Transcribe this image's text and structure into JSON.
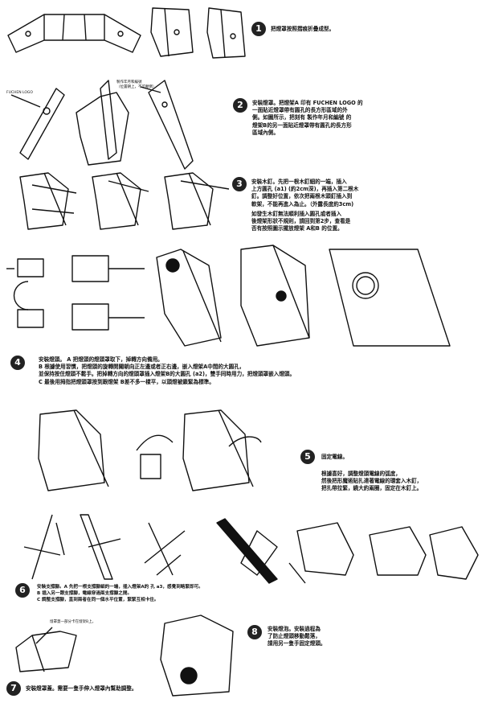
{
  "steps": [
    {
      "number": "1",
      "lines": [
        "把燈罩按照摺痕折疊成型。"
      ]
    },
    {
      "number": "2",
      "lines": [
        "安裝燈罩。把燈架A 印有 FUCHEN LOGO 的",
        "一面貼近燈罩帶有圓孔的長方形區域的外",
        "側。如圖所示，把刻有 製作年月和編號 的",
        "燈架B的另一面貼近燈罩帶有圓孔的長方形",
        "區域內側。"
      ]
    },
    {
      "number": "3",
      "lines": [
        "安裝木釘。先把一根木釘細的一端，插入",
        "上方圓孔 (a1) (約2cm深)，再插入第二根木",
        "釘。調整好位置，依次把兩根木頭釘插入到",
        "軟架，不能再進入為止。（外露長度約3cm)"
      ],
      "note": [
        "如發生木釘無法順利插入圓孔或者插入",
        "後燈架形狀不規則，請回到第2步，查看是",
        "否有按照圖示擺放燈架 A和B 的位置。"
      ]
    },
    {
      "number": "4",
      "lines": [
        "安裝燈頭。 A 把燈頭的燈頭罩取下，掉轉方向備用。",
        "B 根據使用習慣，把燈頭的旋轉開關朝向正左邊或者正右邊，嵌入燈架A中間的大圓孔，",
        "並保持按住燈頭不鬆手。把掉轉方向的燈頭罩插入燈架B的大圓孔 (a2)，雙手同時用力，把燈頭罩嵌入燈頭。",
        "C 最後用拇指把燈頭罩按到跟燈架 B差不多一樣平，以頭燈被鎖緊為標準。"
      ]
    },
    {
      "number": "5",
      "title": "固定電線。",
      "lines": [
        "根據喜好，調整燈頭電線的弧度，",
        "然後把形魔術貼扎達著電線的環套入木釘，",
        "把扎帶拉緊，繞大約兩圈，固定在木釘上。"
      ]
    },
    {
      "number": "6",
      "lines": [
        "安裝支撐腳。A 先把一根支撐腳細的一端，插入燈架A的 孔 a3，感覺到略緊即可。",
        "B 插入另一跟支撐腳，電線穿過兩支撐腳之間。",
        "C 調整支撐腳，直到兩者在同一個水平位置，緊緊互相卡住。"
      ]
    },
    {
      "number": "7",
      "lines": [
        "安裝燈罩蓋。需要一隻手伸入燈罩內幫助調整。"
      ]
    },
    {
      "number": "8",
      "lines": [
        "安裝燈泡。安裝過程為",
        "了防止燈頭移動鬆落，",
        "請用另一隻手固定燈頭。"
      ]
    }
  ],
  "labels": {
    "logo": "FUCHEN LOGO",
    "serial": "製作年月和編號",
    "serial_note": "（位置朝上，不可顛倒）",
    "cover_note": "燈罩蓋一部分卡在燈架B上。"
  }
}
